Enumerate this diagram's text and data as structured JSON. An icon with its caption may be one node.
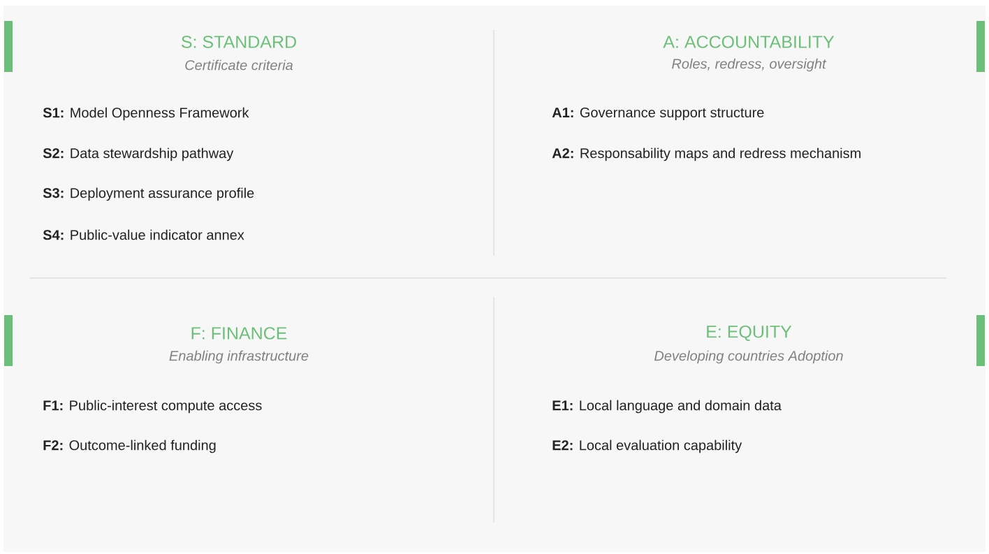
{
  "diagram": {
    "labels": [
      "S: STANDARD",
      "Certificate criteria",
      "A: ACCOUNTABILITY",
      "Roles, redress, oversight",
      "**S1:** Model Openness Framework",
      "**A1:** Governance support structure",
      "**S2:** Data stewardship pathway",
      "**A2:** Responsability maps and redress mechanism",
      "**S3:** Deployment assurance profile",
      "**S4:** Public-value indicator annex",
      "F: FINANCE",
      "Enabling infrastructure",
      "E: EQUITY",
      "Developing countries Adoption",
      "**F1:** Public-interest compute access",
      "**E1:** Local language and domain data",
      "**F2:** Outcome-linked funding",
      "**E2:** Local evaluation capability"
    ]
  }
}
